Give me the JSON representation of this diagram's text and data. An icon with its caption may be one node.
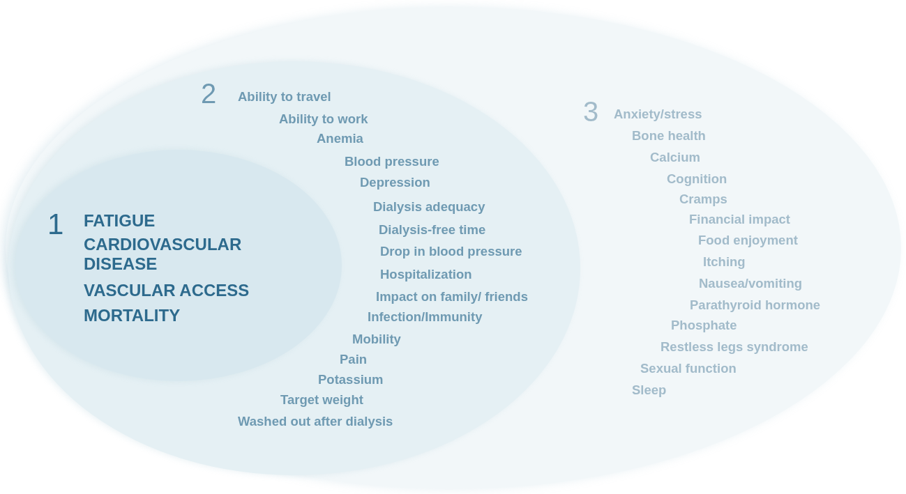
{
  "diagram": {
    "nodes": [
      {
        "text": [
          "3",
          "Anxiety/stress",
          "Bone health",
          "Calcium",
          "Cognition",
          "Cramps",
          "Financial impact",
          "Food enjoyment",
          "Itching",
          "Nausea/vomiting",
          "Parathyroid hormone",
          "Phosphate",
          "Restless legs syndrome",
          "Sexual function",
          "Sleep"
        ]
      },
      {
        "text": [
          "2",
          "Ability to travel",
          "Ability to work",
          "Anemia",
          "Blood pressure",
          "Depression",
          "Dialysis adequacy",
          "Dialysis-free time",
          "Drop in blood pressure",
          "Hospitalization",
          "Impact on family/ friends",
          "Infection/Immunity",
          "Mobility",
          "Pain",
          "Potassium",
          "Target weight",
          "Washed out after dialysis"
        ],
        "in": 0
      },
      {
        "text": [
          "1",
          "FATIGUE",
          "CARDIOVASCULAR DISEASE",
          "VASCULAR ACCESS",
          "MORTALITY"
        ],
        "in": 1
      }
    ]
  }
}
